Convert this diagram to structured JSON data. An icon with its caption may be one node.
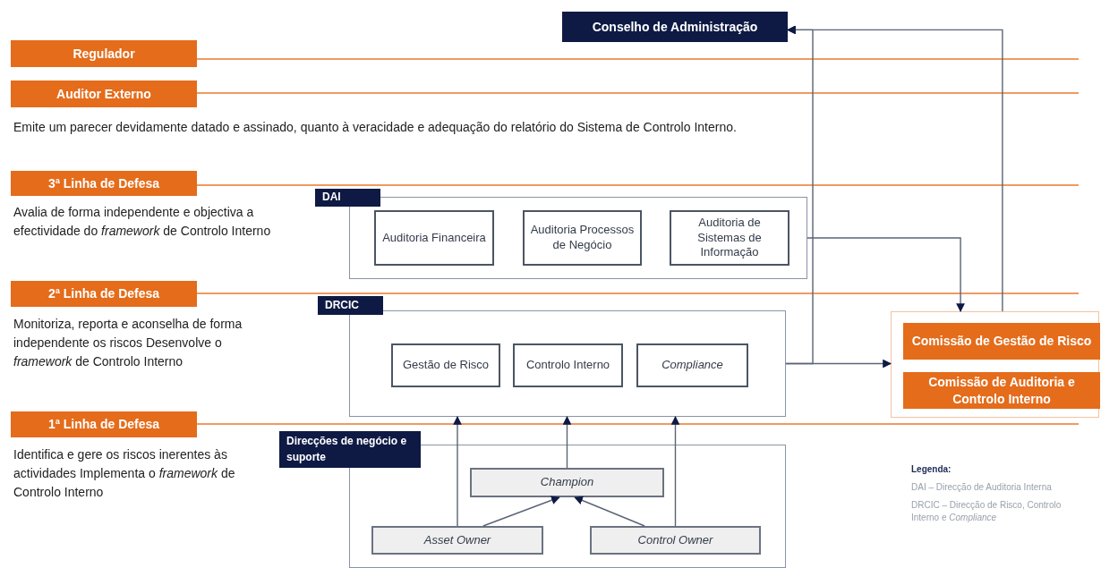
{
  "diagram": {
    "nodes": [
      {
        "text": [
          "Conselho de Administração"
        ]
      },
      {
        "text": [
          "Regulador"
        ]
      },
      {
        "text": [
          "Auditor Externo"
        ],
        "beside": [
          "Emite um parecer devidamente datado e assinado, quanto à veracidade e adequação do relatório do Sistema de Controlo Interno."
        ]
      },
      {
        "text": [
          "3ª Linha de Defesa"
        ],
        "beside": [
          "Avalia de forma independente e objectiva a efectividade do *framework* de Controlo Interno"
        ]
      },
      {
        "text": [
          "2ª Linha de Defesa"
        ],
        "beside": [
          "Monitoriza, reporta e aconselha de forma independente os riscos Desenvolve o *framework* de Controlo Interno"
        ]
      },
      {
        "text": [
          "1ª Linha de Defesa"
        ],
        "beside": [
          "Identifica e gere os riscos inerentes às actividades Implementa o *framework* de Controlo Interno"
        ]
      },
      {
        "text": [
          "DAI"
        ]
      },
      {
        "text": [
          "Auditoria Financeira"
        ],
        "in": 6
      },
      {
        "text": [
          "Auditoria Processos de Negócio"
        ],
        "in": 6
      },
      {
        "text": [
          "Auditoria de Sistemas de Informação"
        ],
        "in": 6
      },
      {
        "text": [
          "DRCIC"
        ]
      },
      {
        "text": [
          "Gestão de Risco"
        ],
        "in": 10
      },
      {
        "text": [
          "Controlo Interno"
        ],
        "in": 10
      },
      {
        "text": [
          "Compliance"
        ],
        "in": 10
      },
      {
        "text": [
          "Direcções de negócio e suporte"
        ]
      },
      {
        "text": [
          "Champion"
        ],
        "in": 14
      },
      {
        "text": [
          "Asset Owner"
        ],
        "in": 14
      },
      {
        "text": [
          "Control Owner"
        ],
        "in": 14
      },
      {
        "text": [],
        "shape": "box"
      },
      {
        "text": [
          "Comissão de Gestão de Risco"
        ],
        "in": 18
      },
      {
        "text": [
          "Comissão de Auditoria e Controlo Interno"
        ],
        "in": 18
      }
    ],
    "edges": [
      {
        "from": 6,
        "to": 18,
        "arrow": "to"
      },
      {
        "from": 10,
        "to": 18,
        "arrow": "to"
      },
      {
        "from": 10,
        "to": 0,
        "arrow": "to"
      },
      {
        "from": 18,
        "to": 0,
        "arrow": "to"
      },
      {
        "from": 16,
        "to": 10,
        "arrow": "to"
      },
      {
        "from": 15,
        "to": 10,
        "arrow": "to"
      },
      {
        "from": 17,
        "to": 10,
        "arrow": "to"
      },
      {
        "from": 16,
        "to": 15,
        "arrow": "to"
      },
      {
        "from": 17,
        "to": 15,
        "arrow": "to"
      }
    ],
    "labels": [
      "Legenda:",
      "DAI – Direcção de Auditoria Interna",
      "DRCIC – Direcção de Risco, Controlo Interno e *Compliance*"
    ]
  }
}
